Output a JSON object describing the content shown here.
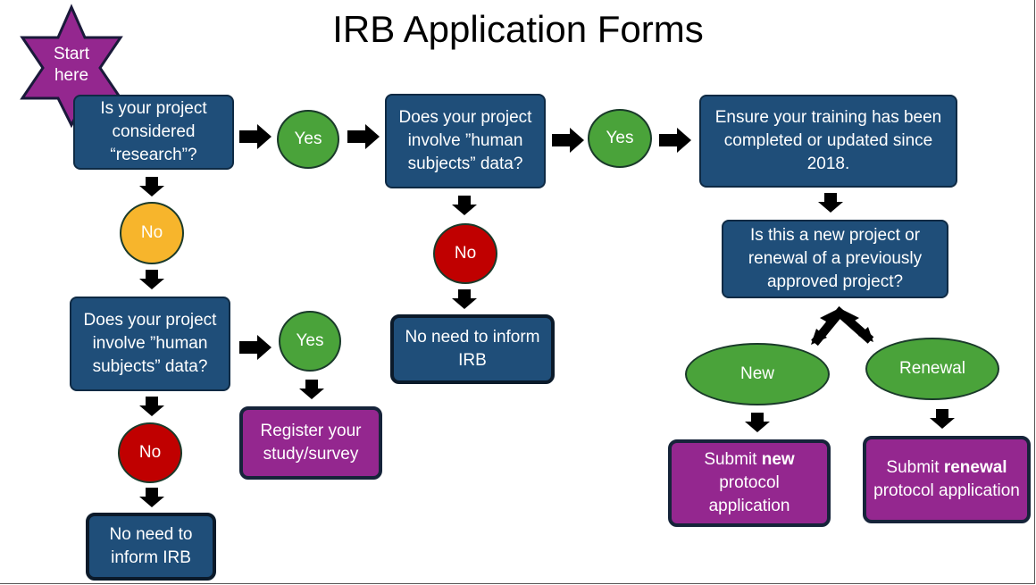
{
  "title": "IRB Application Forms",
  "start": {
    "line1": "Start",
    "line2": "here"
  },
  "nodes": {
    "q_research": "Is your project considered “research”?",
    "yes1": "Yes",
    "q_human_top": "Does your project involve ”human subjects” data?",
    "yes2": "Yes",
    "training": "Ensure your training has been completed or updated since 2018.",
    "no_yellow": "No",
    "no_red_top": "No",
    "no_need_top": "No need to inform IRB",
    "q_new_renewal": "Is this a new project or renewal of a previously approved project?",
    "q_human_left": "Does your project involve ”human subjects” data?",
    "yes3": "Yes",
    "register": "Register your study/survey",
    "no_red_left": "No",
    "no_need_left": "No need to inform IRB",
    "new": "New",
    "renewal": "Renewal",
    "submit_new": {
      "pre": "Submit ",
      "bold": "new",
      "post": " protocol application"
    },
    "submit_renewal": {
      "pre": "Submit ",
      "bold": "renewal",
      "post": " protocol application"
    }
  },
  "colors": {
    "box_blue": "#1f4e79",
    "box_purple": "#94278f",
    "yes_green": "#4aa33a",
    "no_yellow": "#f7b52c",
    "no_red": "#c00000",
    "star_purple": "#94278f"
  }
}
